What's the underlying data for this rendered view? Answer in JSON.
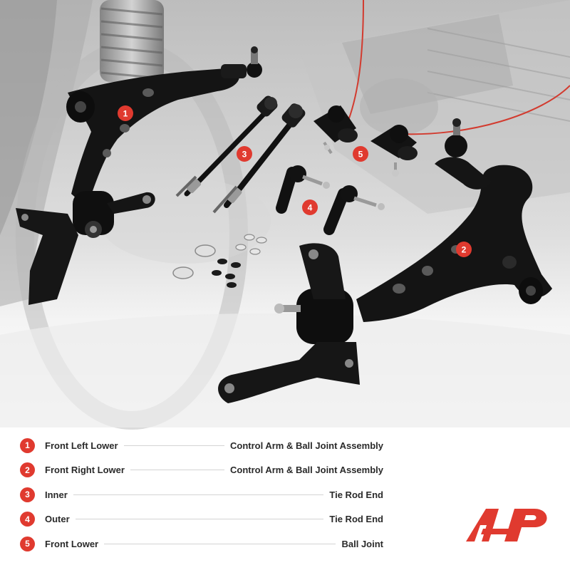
{
  "product": {
    "callouts": [
      "1",
      "2",
      "3",
      "4",
      "5"
    ]
  },
  "legend": [
    {
      "num": "1",
      "name": "Front Left Lower",
      "desc": "Control Arm & Ball Joint Assembly"
    },
    {
      "num": "2",
      "name": "Front Right Lower",
      "desc": "Control Arm & Ball Joint Assembly"
    },
    {
      "num": "3",
      "name": "Inner",
      "desc": "Tie Rod End"
    },
    {
      "num": "4",
      "name": "Outer",
      "desc": "Tie Rod End"
    },
    {
      "num": "5",
      "name": "Front Lower",
      "desc": "Ball Joint"
    }
  ],
  "colors": {
    "accent": "#e03a2f",
    "part": "#111111",
    "background_photo": "#cfcfcf"
  },
  "logo": {
    "icon": "ap-brand-logo-icon"
  }
}
